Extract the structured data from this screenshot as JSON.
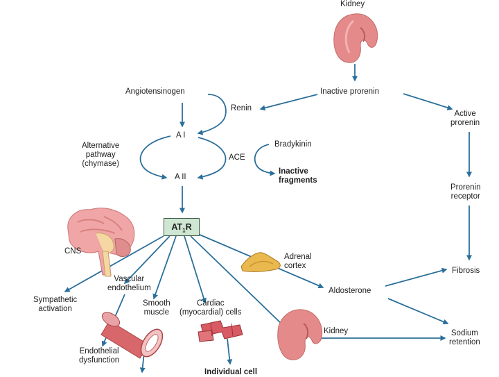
{
  "colors": {
    "arrow": "#2a6f9a",
    "kidney": "#e58a8a",
    "at1r_box": "#cfe6d2",
    "adrenal": "#e9b84e",
    "vessel": "#d7676a"
  },
  "icons": [
    "kidney-icon",
    "brain-icon",
    "adrenal-icon",
    "blood-vessel-icon",
    "cardiac-cells-icon"
  ],
  "labels": {
    "kidney_top": "Kidney",
    "angiotensinogen": "Angiotensinogen",
    "renin": "Renin",
    "inactive_prorenin": "Inactive prorenin",
    "active_prorenin": "Active\nprorenin",
    "ai": "A I",
    "alt_pathway": "Alternative\npathway\n(chymase)",
    "ace": "ACE",
    "bradykinin": "Bradykinin",
    "inactive_fragments": "Inactive\nfragments",
    "aii": "A II",
    "prorenin_receptor": "Prorenin\nreceptor",
    "at1r_main": "AT",
    "at1r_sub": "1",
    "at1r_end": "R",
    "cns": "CNS",
    "adrenal_cortex": "Adrenal\ncortex",
    "fibrosis": "Fibrosis",
    "vascular_endothelium": "Vascular\nendothelium",
    "sympathetic_activation": "Sympathetic\nactivation",
    "smooth_muscle": "Smooth\nmuscle",
    "cardiac_cells": "Cardiac\n(myocardial) cells",
    "aldosterone": "Aldosterone",
    "kidney_bottom": "Kidney",
    "sodium_retention": "Sodium\nretention",
    "endothelial_dysfunction": "Endothelial\ndysfunction",
    "individual_cell": "Individual cell"
  }
}
